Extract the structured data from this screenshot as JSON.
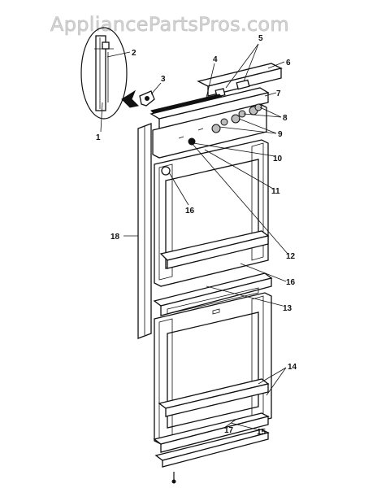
{
  "watermark": "AppliancePartsPros.com",
  "callouts": {
    "c1": "1",
    "c2": "2",
    "c3": "3",
    "c4": "4",
    "c5": "5",
    "c6": "6",
    "c7": "7",
    "c8": "8",
    "c9": "9",
    "c10": "10",
    "c11": "11",
    "c12": "12",
    "c13": "13",
    "c14": "14",
    "c15": "15",
    "c16a": "16",
    "c16b": "16",
    "c17": "17",
    "c18": "18"
  },
  "colors": {
    "line": "#111111",
    "watermark": "#d2d2d2",
    "background": "#ffffff"
  }
}
